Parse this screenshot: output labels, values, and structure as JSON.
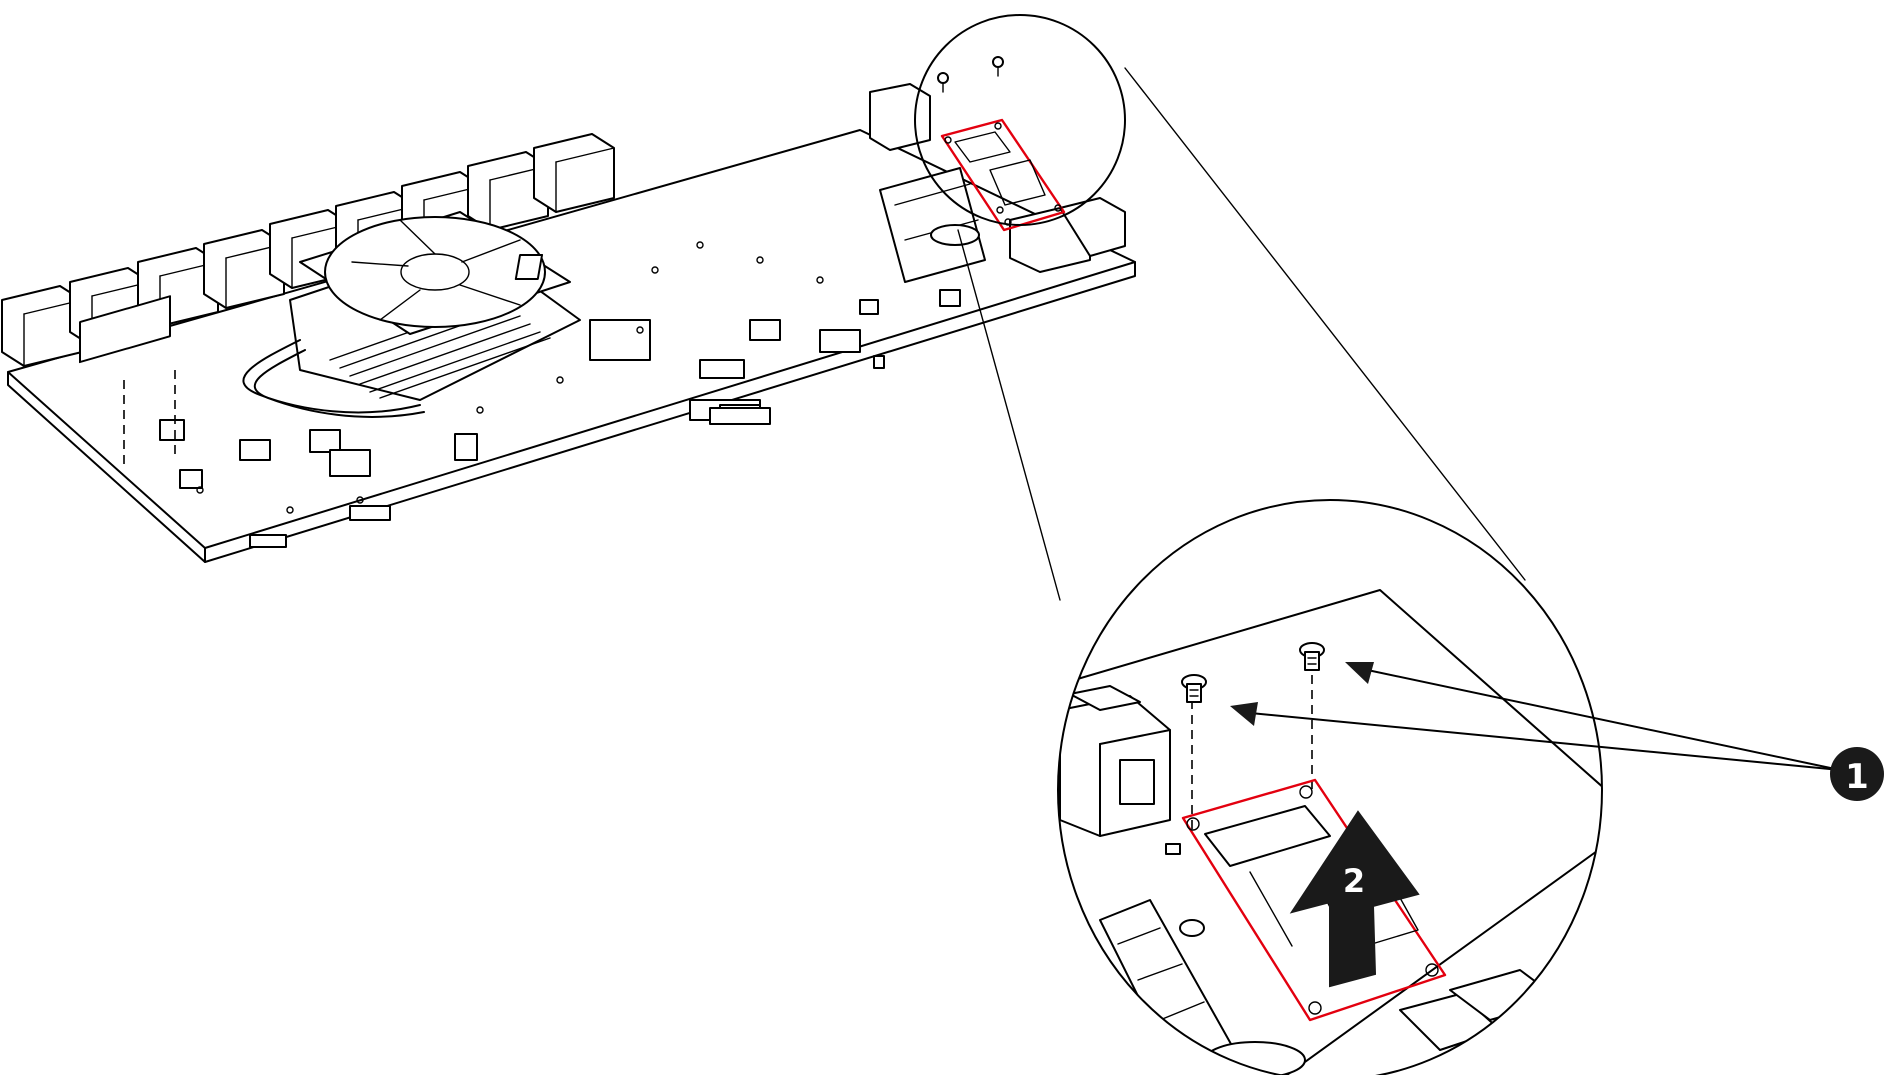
{
  "figure": {
    "callouts": [
      {
        "id": "1",
        "label": "1",
        "target": "screws"
      },
      {
        "id": "2",
        "label": "2",
        "target": "lift-module-arrow"
      }
    ],
    "colors": {
      "outline": "#000000",
      "highlight": "#e3000f",
      "callout_fill": "#1a1a1a",
      "background": "#ffffff"
    }
  }
}
